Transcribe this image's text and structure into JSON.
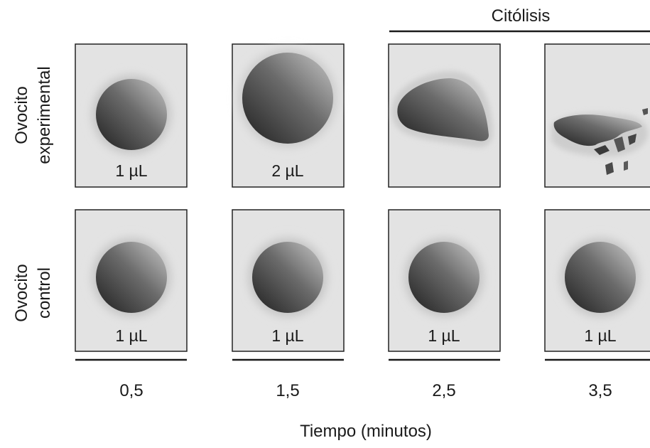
{
  "section_label": "Citólisis",
  "rows": [
    {
      "label_line1": "Ovocito",
      "label_line2": "experimental",
      "volumes": [
        "1 µL",
        "2 µL",
        "",
        ""
      ]
    },
    {
      "label_line1": "Ovocito",
      "label_line2": "control",
      "volumes": [
        "1 µL",
        "1 µL",
        "1 µL",
        "1 µL"
      ]
    }
  ],
  "times": [
    "0,5",
    "1,5",
    "2,5",
    "3,5"
  ],
  "x_axis_title": "Tiempo (minutos)",
  "colors": {
    "panel_fill": "#e3e3e3",
    "panel_border": "#222222",
    "cell_dark": "#2a2a2a",
    "cell_light": "#bdbdbd",
    "halo": "#cfcfcf"
  }
}
